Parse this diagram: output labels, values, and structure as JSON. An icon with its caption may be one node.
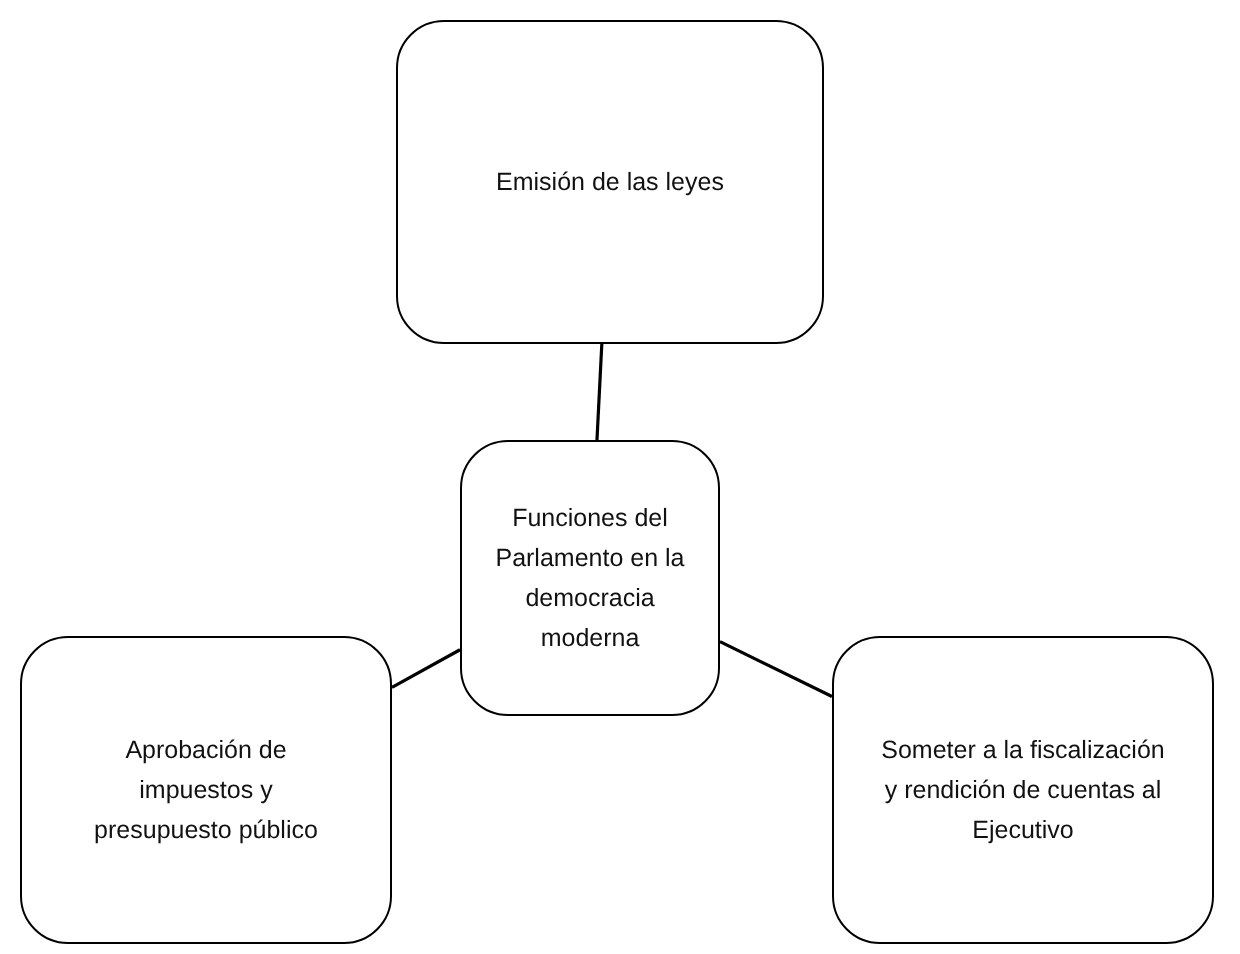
{
  "diagram": {
    "nodes": [
      {
        "text": [
          "Emisión de las leyes"
        ]
      },
      {
        "text": [
          "Funciones del Parlamento en la democracia moderna"
        ]
      },
      {
        "text": [
          "Aprobación de impuestos y presupuesto público"
        ]
      },
      {
        "text": [
          "Someter a la fiscalización y rendición de cuentas al Ejecutivo"
        ]
      }
    ],
    "edges": [
      {
        "from": 1,
        "to": 0,
        "arrow": "none"
      },
      {
        "from": 1,
        "to": 2,
        "arrow": "none"
      },
      {
        "from": 1,
        "to": 3,
        "arrow": "none"
      }
    ]
  }
}
